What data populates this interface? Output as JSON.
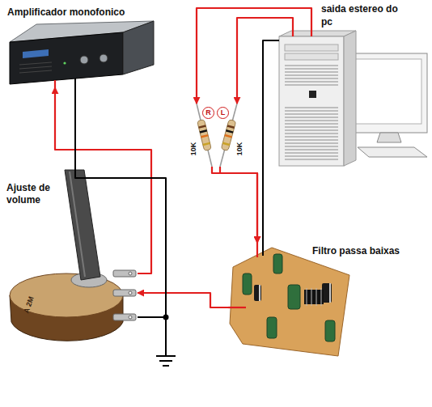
{
  "diagram": {
    "nodes": [
      {
        "text": [
          "Amplificador monofonico"
        ]
      },
      {
        "text": [
          "saida estereo do pc"
        ]
      },
      {
        "text": [
          "R",
          "10K"
        ]
      },
      {
        "text": [
          "L",
          "10K"
        ]
      },
      {
        "text": [
          "Ajuste de volume"
        ]
      },
      {
        "text": [
          "Filtro passa baixas"
        ]
      }
    ],
    "edges": [
      {
        "from": 1,
        "to": 2,
        "arrow": "to"
      },
      {
        "from": 1,
        "to": 3,
        "arrow": "to"
      },
      {
        "from": 2,
        "to": 5,
        "arrow": "to"
      },
      {
        "from": 3,
        "to": 5,
        "arrow": "to"
      },
      {
        "from": 5,
        "to": 4,
        "arrow": "to"
      },
      {
        "from": 4,
        "to": 0,
        "arrow": "to"
      },
      {
        "from": 1,
        "to": 5,
        "arrow": "none"
      },
      {
        "from": 0,
        "to": 4,
        "arrow": "none"
      }
    ],
    "labels": [
      "A 2M"
    ]
  }
}
